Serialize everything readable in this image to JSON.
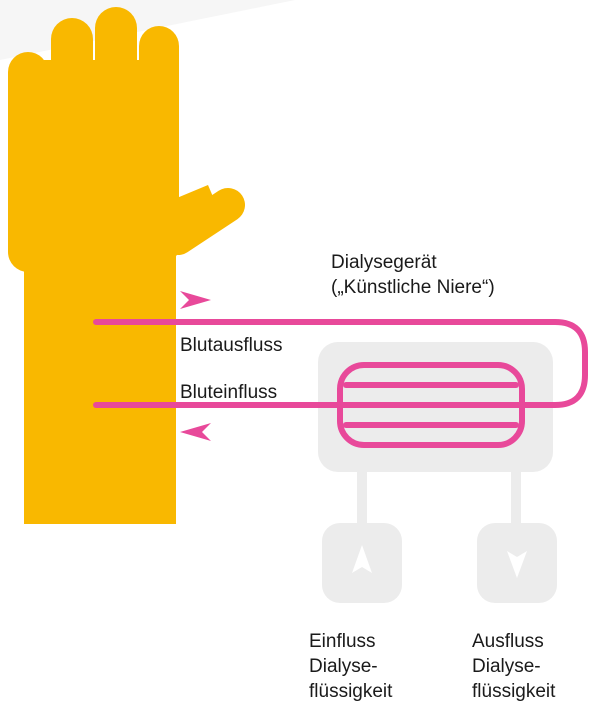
{
  "labels": {
    "device_line1": "Dialysegerät",
    "device_line2": "(„Künstliche Niere“)",
    "blood_out": "Blutausfluss",
    "blood_in": "Bluteinfluss",
    "inflow_line1": "Einfluss",
    "inflow_line2": "Dialyse-",
    "inflow_line3": "flüssigkeit",
    "outflow_line1": "Ausfluss",
    "outflow_line2": "Dialyse-",
    "outflow_line3": "flüssigkeit"
  },
  "colors": {
    "hand": "#f9b800",
    "tube": "#e8499a",
    "device": "#ececec",
    "text": "#1a1a1a"
  },
  "icons": {
    "inflow_container": "arrow-up-icon",
    "outflow_container": "arrow-down-icon"
  }
}
